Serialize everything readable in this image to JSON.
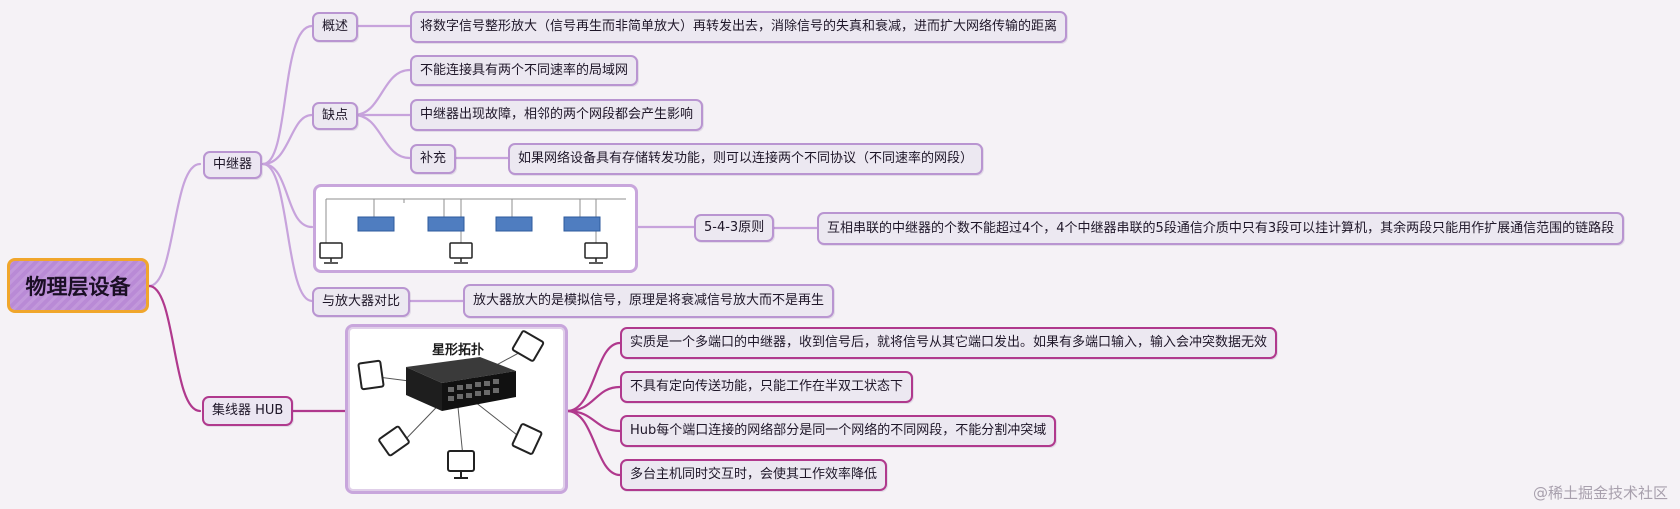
{
  "root": {
    "label": "物理层设备"
  },
  "repeater": {
    "label": "中继器",
    "overview": {
      "label": "概述",
      "text": "将数字信号整形放大（信号再生而非简单放大）再转发出去，消除信号的失真和衰减，进而扩大网络传输的距离"
    },
    "drawbacks": {
      "label": "缺点",
      "items": [
        "不能连接具有两个不同速率的局域网",
        "中继器出现故障，相邻的两个网段都会产生影响"
      ],
      "supplement": {
        "label": "补充",
        "text": "如果网络设备具有存储转发功能，则可以连接两个不同协议（不同速率的网段）"
      }
    },
    "rule": {
      "label": "5-4-3原则",
      "text": "互相串联的中继器的个数不能超过4个，4个中继器串联的5段通信介质中只有3段可以挂计算机，其余两段只能用作扩展通信范围的链路段"
    },
    "compare": {
      "label": "与放大器对比",
      "text": "放大器放大的是模拟信号，原理是将衰减信号放大而不是再生"
    }
  },
  "hub": {
    "label": "集线器 HUB",
    "image_title": "星形拓扑",
    "items": [
      "实质是一个多端口的中继器，收到信号后，就将信号从其它端口发出。如果有多端口输入，输入会冲突数据无效",
      "不具有定向传送功能，只能工作在半双工状态下",
      "Hub每个端口连接的网络部分是同一个网络的不同网段，不能分割冲突域",
      "多台主机同时交互时，会使其工作效率降低"
    ]
  },
  "watermark": "@稀土掘金技术社区",
  "colors": {
    "repeater_branch": "#c7a3dc",
    "hub_branch": "#b0398d",
    "root_border": "#f0a62c"
  }
}
